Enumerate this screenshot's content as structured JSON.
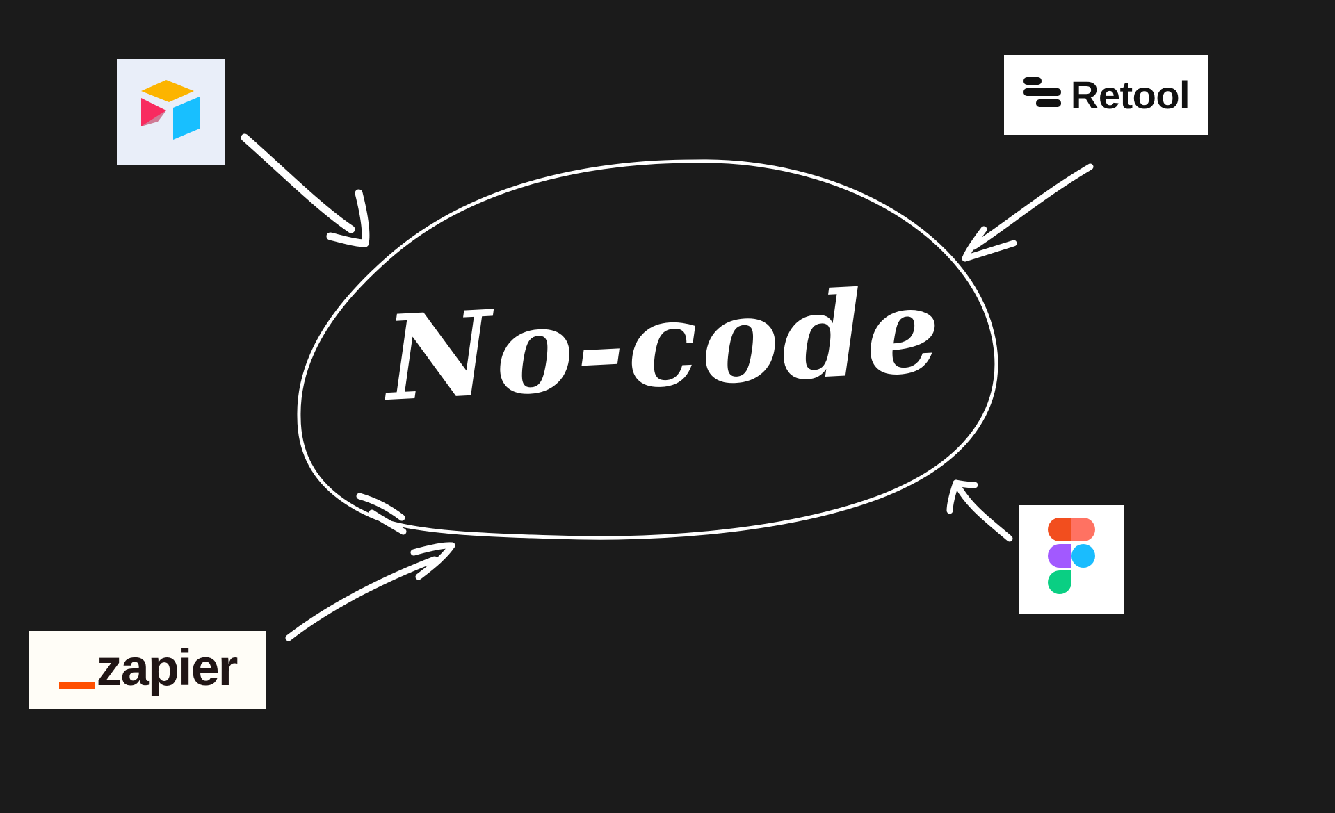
{
  "diagram": {
    "center_label": "No-code",
    "tools": [
      {
        "id": "airtable",
        "icon": "airtable-logo-icon",
        "label": ""
      },
      {
        "id": "retool",
        "icon": "retool-logo-icon",
        "label": "Retool"
      },
      {
        "id": "zapier",
        "icon": "zapier-logo-icon",
        "label": "zapier"
      },
      {
        "id": "figma",
        "icon": "figma-logo-icon",
        "label": ""
      }
    ],
    "colors": {
      "background": "#1b1b1b",
      "ink": "#ffffff",
      "airtable_yellow": "#fcb400",
      "airtable_blue": "#18bfff",
      "airtable_red": "#f82b60",
      "zapier_orange": "#ff4f00",
      "figma_red": "#f24e1e",
      "figma_salmon": "#ff7262",
      "figma_purple": "#a259ff",
      "figma_blue": "#1abcfe",
      "figma_green": "#0acf83"
    }
  }
}
